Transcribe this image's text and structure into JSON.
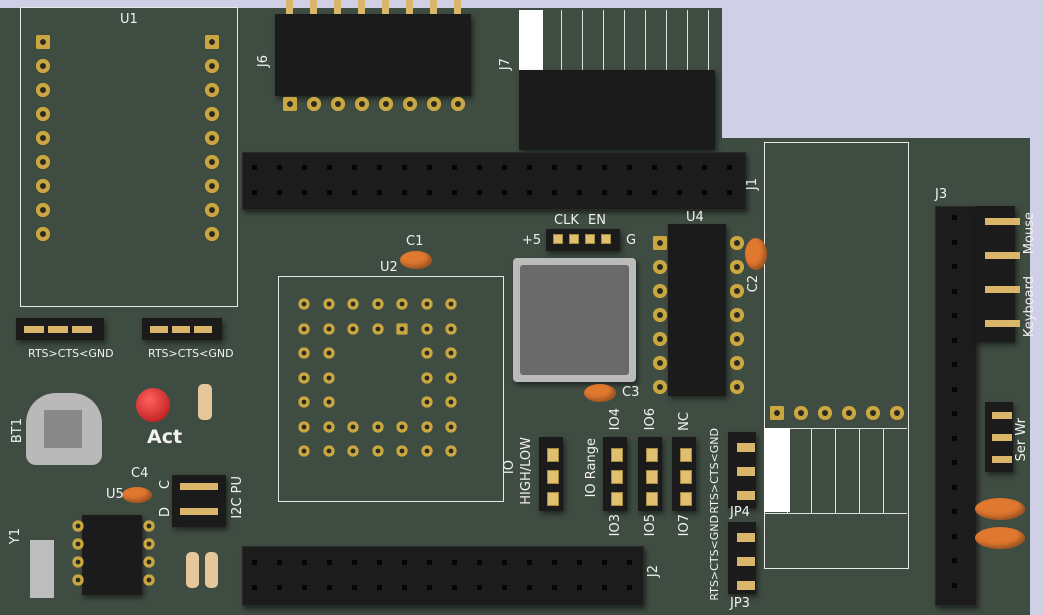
{
  "refs": {
    "U1": "U1",
    "J6": "J6",
    "J7": "J7",
    "J1": "J1",
    "J2": "J2",
    "J3": "J3",
    "U2": "U2",
    "U4": "U4",
    "U5": "U5",
    "C1": "C1",
    "C2": "C2",
    "C3": "C3",
    "C4": "C4",
    "BT1": "BT1",
    "Y1": "Y1",
    "JP3": "JP3",
    "JP4": "JP4"
  },
  "labels": {
    "clk": "CLK",
    "en": "EN",
    "plus5": "+5",
    "g": "G",
    "rts1": "RTS>CTS<GND",
    "rts2": "RTS>CTS<GND",
    "act": "Act",
    "i2c": "I2C PU",
    "c": "C",
    "d": "D",
    "io": "IO",
    "highlow": "HIGH/LOW",
    "iorange": "IO Range",
    "io4": "IO4",
    "io6": "IO6",
    "nc": "NC",
    "io3": "IO3",
    "io5": "IO5",
    "io7": "IO7",
    "jp4label": "RTS>CTS<GND",
    "jp3label": "RTS>CTS<GND",
    "mouse": "Mouse",
    "keyboard": "Keyboard",
    "ser": "Ser Wr"
  },
  "colors": {
    "board": "#3f4c42",
    "background": "#cfd0e6",
    "pad": "#d8b84a",
    "cap": "#e07830"
  }
}
